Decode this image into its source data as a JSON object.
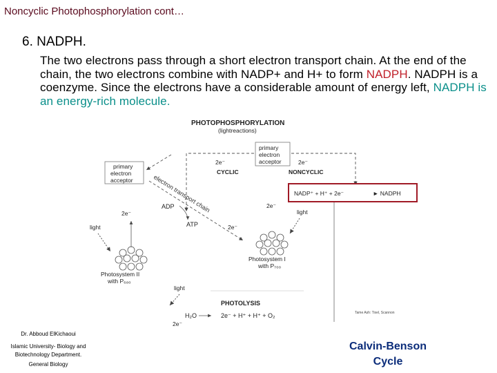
{
  "slide": {
    "title": "Noncyclic Photophosphorylation cont…",
    "heading": "6. NADPH.",
    "paragraph": {
      "part1": "The two electrons pass through a short electron transport chain. At the end of the chain, the two electrons combine with NADP+ and H+ to form ",
      "nadph_red": "NADPH",
      "part2": ". NADPH is a coenzyme. Since the electrons have a considerable amount of energy left, ",
      "highlight_teal": "NADPH is an energy-rich molecule."
    }
  },
  "diagram": {
    "title": "PHOTOPHOSPHORYLATION",
    "subtitle": "(lightreactions)",
    "primary_acceptor_top": [
      "primary",
      "electron",
      "acceptor"
    ],
    "primary_acceptor_left": [
      "primary",
      "electron",
      "acceptor"
    ],
    "cyclic": "CYCLIC",
    "noncyclic": "NONCYCLIC",
    "electron": "2e⁻",
    "etc_label": "electron transport chain",
    "adp": "ADP",
    "atp": "ATP",
    "nadp_equation": "NADP⁺ + H⁺ + 2e⁻",
    "nadph": "► NADPH",
    "light": "light",
    "photosystem2": [
      "Photosystem II",
      "with P₆₈₀"
    ],
    "photosystem1": [
      "Photosystem I",
      "with P₇₀₀"
    ],
    "photolysis": "PHOTOLYSIS",
    "water_eq": "H₂O → 2e⁻ + H⁺ + H⁺ + O₂",
    "h2o": "H₂O",
    "products": "2e⁻ + H⁺ + H⁺ + O₂",
    "tiny_caption": "Tame Ash: Tixel, Scannon",
    "box_color": "#a01a26"
  },
  "footer": {
    "author": "Dr. Abboud ElKichaoui",
    "university": [
      "Islamic University- Biology and",
      "Biotechnology Department."
    ],
    "course": "General Biology",
    "calvin": [
      "Calvin-Benson",
      "Cycle"
    ]
  }
}
